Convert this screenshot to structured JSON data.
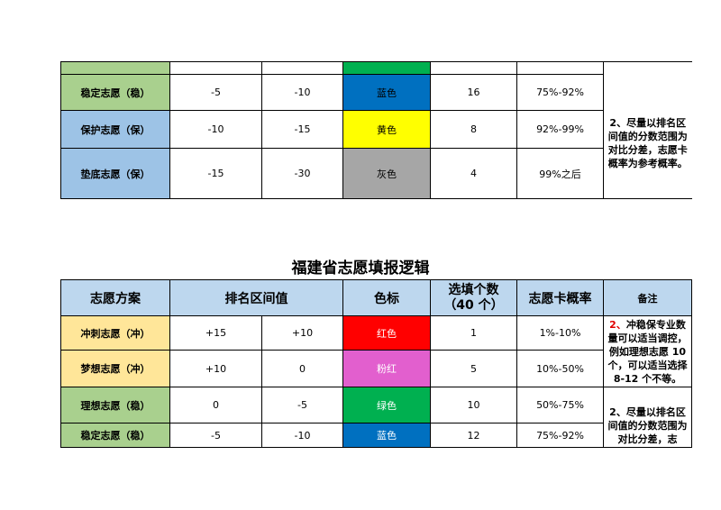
{
  "top_table": {
    "rows": [
      {
        "name": "",
        "a": "",
        "b": "",
        "color_name": "",
        "color": "#00b050",
        "count": "",
        "prob": "",
        "label_bg": "#a9d08e"
      },
      {
        "name": "稳定志愿（稳）",
        "a": "-5",
        "b": "-10",
        "color_name": "蓝色",
        "color": "#0070c0",
        "count": "16",
        "prob": "75%-92%",
        "label_bg": "#a9d08e"
      },
      {
        "name": "保护志愿（保）",
        "a": "-10",
        "b": "-15",
        "color_name": "黄色",
        "color": "#ffff00",
        "count": "8",
        "prob": "92%-99%",
        "label_bg": "#9dc3e6"
      },
      {
        "name": "垫底志愿（保）",
        "a": "-15",
        "b": "-30",
        "color_name": "灰色",
        "color": "#a6a6a6",
        "count": "4",
        "prob": "99%之后",
        "label_bg": "#9dc3e6"
      }
    ],
    "note": "2、尽量以排名区间值的分数范围为对比分差，志愿卡概率为参考概率。"
  },
  "title": "福建省志愿填报逻辑",
  "main_table": {
    "headers": {
      "plan": "志愿方案",
      "range": "排名区间值",
      "color": "色标",
      "count_line1": "选填个数",
      "count_line2": "（40 个）",
      "prob": "志愿卡概率",
      "note": "备注"
    },
    "rows": [
      {
        "name": "冲刺志愿（冲）",
        "a": "+15",
        "b": "+10",
        "color_name": "红色",
        "color": "#ff0000",
        "count": "1",
        "prob": "1%-10%",
        "label_bg": "#ffe699"
      },
      {
        "name": "梦想志愿（冲）",
        "a": "+10",
        "b": "0",
        "color_name": "粉红",
        "color": "#e25fce",
        "count": "5",
        "prob": "10%-50%",
        "label_bg": "#ffe699"
      },
      {
        "name": "理想志愿（稳）",
        "a": "0",
        "b": "-5",
        "color_name": "绿色",
        "color": "#00b050",
        "count": "10",
        "prob": "50%-75%",
        "label_bg": "#a9d08e"
      },
      {
        "name": "稳定志愿（稳）",
        "a": "-5",
        "b": "-10",
        "color_name": "蓝色",
        "color": "#0070c0",
        "count": "12",
        "prob": "75%-92%",
        "label_bg": "#a9d08e"
      }
    ],
    "note1_prefix": "2、",
    "note1": "冲稳保专业数量可以适当调控，例如理想志愿 10 个，可以适当选择 8-12 个不等。",
    "note2": "2、尽量以排名区间值的分数范围为对比分差，志"
  }
}
